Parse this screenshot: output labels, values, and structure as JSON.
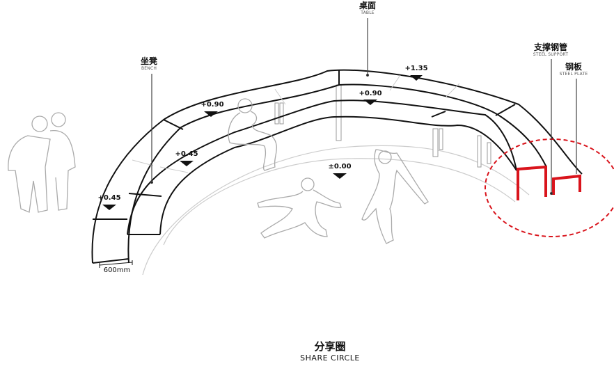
{
  "labels": {
    "table": {
      "cn": "桌面",
      "en": "TABLE"
    },
    "bench": {
      "cn": "坐凳",
      "en": "BENCH"
    },
    "steel_support": {
      "cn": "支撑钢管",
      "en": "STEEL SUPPORT"
    },
    "steel_plate": {
      "cn": "钢板",
      "en": "STEEL PLATE"
    }
  },
  "levels": [
    "+1.35",
    "+0.90",
    "+0.90",
    "+0.45",
    "+0.45",
    "±0.00"
  ],
  "dimension": "600mm",
  "title": {
    "cn": "分享圈",
    "en": "SHARE CIRCLE"
  },
  "colors": {
    "line": "#111111",
    "ghost": "#bbbbbb",
    "accent": "#d9141c"
  }
}
